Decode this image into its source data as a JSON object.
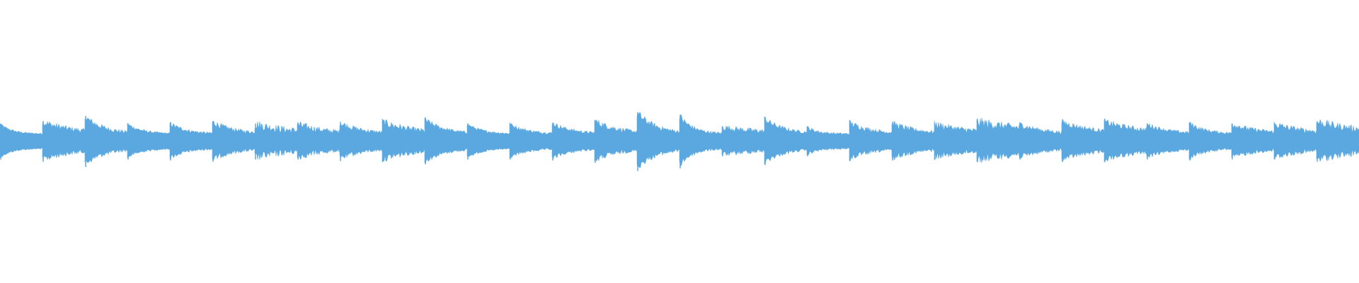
{
  "waveform": {
    "color": "#5ba8e0",
    "background": "#ffffff",
    "notes": [
      {
        "peak": 0.55,
        "decay": 1.6,
        "jag": 0.1
      },
      {
        "peak": 0.62,
        "decay": 0.6,
        "jag": 0.22
      },
      {
        "peak": 0.78,
        "decay": 1.0,
        "jag": 0.18
      },
      {
        "peak": 0.55,
        "decay": 1.3,
        "jag": 0.12
      },
      {
        "peak": 0.58,
        "decay": 1.2,
        "jag": 0.14
      },
      {
        "peak": 0.62,
        "decay": 0.9,
        "jag": 0.18
      },
      {
        "peak": 0.55,
        "decay": 0.5,
        "jag": 0.3
      },
      {
        "peak": 0.55,
        "decay": 0.7,
        "jag": 0.25
      },
      {
        "peak": 0.6,
        "decay": 0.9,
        "jag": 0.2
      },
      {
        "peak": 0.62,
        "decay": 0.6,
        "jag": 0.22
      },
      {
        "peak": 0.7,
        "decay": 1.0,
        "jag": 0.15
      },
      {
        "peak": 0.55,
        "decay": 1.3,
        "jag": 0.12
      },
      {
        "peak": 0.55,
        "decay": 1.1,
        "jag": 0.14
      },
      {
        "peak": 0.58,
        "decay": 1.0,
        "jag": 0.15
      },
      {
        "peak": 0.65,
        "decay": 0.8,
        "jag": 0.2
      },
      {
        "peak": 0.9,
        "decay": 1.0,
        "jag": 0.18
      },
      {
        "peak": 0.82,
        "decay": 1.5,
        "jag": 0.16
      },
      {
        "peak": 0.45,
        "decay": 0.4,
        "jag": 0.22
      },
      {
        "peak": 0.72,
        "decay": 1.0,
        "jag": 0.16
      },
      {
        "peak": 0.45,
        "decay": 1.8,
        "jag": 0.15
      },
      {
        "peak": 0.6,
        "decay": 0.9,
        "jag": 0.18
      },
      {
        "peak": 0.58,
        "decay": 0.8,
        "jag": 0.2
      },
      {
        "peak": 0.55,
        "decay": 0.5,
        "jag": 0.22
      },
      {
        "peak": 0.62,
        "decay": 0.3,
        "jag": 0.28
      },
      {
        "peak": 0.55,
        "decay": 0.8,
        "jag": 0.18
      },
      {
        "peak": 0.62,
        "decay": 0.6,
        "jag": 0.18
      },
      {
        "peak": 0.62,
        "decay": 0.5,
        "jag": 0.2
      },
      {
        "peak": 0.55,
        "decay": 0.9,
        "jag": 0.16
      },
      {
        "peak": 0.58,
        "decay": 1.2,
        "jag": 0.16
      },
      {
        "peak": 0.55,
        "decay": 0.7,
        "jag": 0.18
      },
      {
        "peak": 0.55,
        "decay": 0.6,
        "jag": 0.22
      },
      {
        "peak": 0.62,
        "decay": 0.4,
        "jag": 0.26
      }
    ]
  }
}
